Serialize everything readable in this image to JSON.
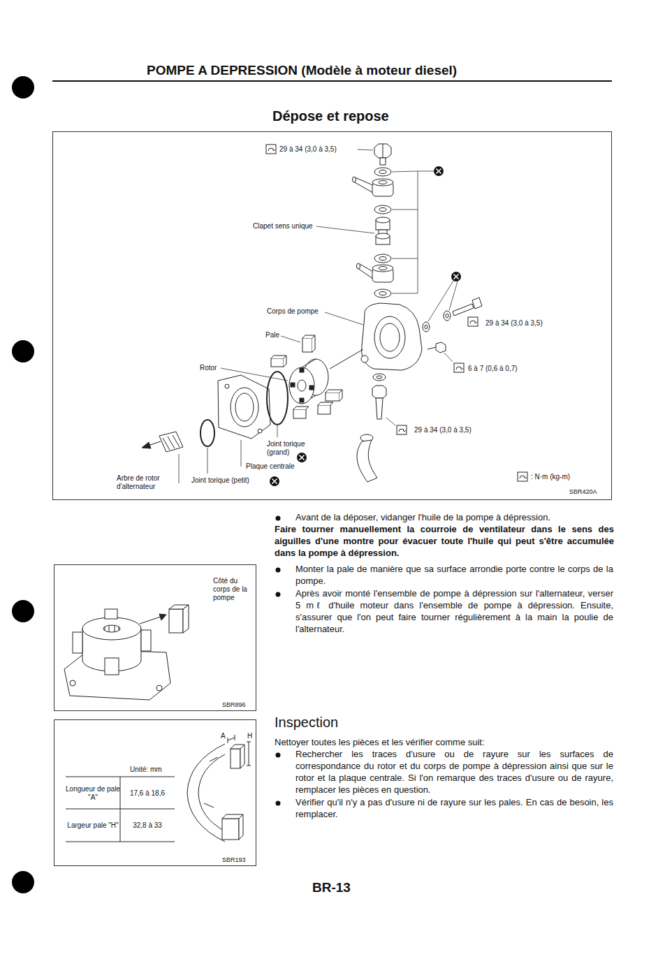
{
  "diagram": {
    "title": "POMPE A DEPRESSION (Modèle à moteur diesel)",
    "nodes": [
      {
        "text": [
          "29 à 34 (3,0 à 3,5)",
          "Clapet sens unique",
          "Corps de pompe",
          "Pale",
          "29 à 34 (3,0 à 3,5)",
          "Rotor",
          "6 à 7 (0,6 à 0,7)",
          "29 à 34 (3,0 à 3,5)",
          "Joint torique (grand)",
          "Plaque centrale",
          "Arbre de rotor d'alternateur",
          "Joint torique (petit)",
          "SBR420A"
        ]
      },
      {
        "text": [
          "Côté du corps de la pompe",
          "SBR896"
        ]
      },
      {
        "text": [
          "A",
          "H",
          "Unité: mm",
          "Longueur de pale \"A\"",
          "17,6 à 18,6",
          "Largeur pale \"H\"",
          "32,8 à 33",
          "SBR193"
        ]
      }
    ],
    "labels": [
      "Dépose et repose",
      "Avant de la déposer, vidanger l'huile de la pompe à dépression.",
      "Faire tourner manuellement la courroie de ventilateur dans le sens des aiguilles d'une montre pour évacuer toute l'huile qui peut s'être accumulée dans la pompe à dépression.",
      "Monter la pale de manière que sa surface arrondie porte contre le corps de la pompe.",
      "Après avoir monté l'ensemble de pompe à dépression sur l'alternateur, verser 5 mℓ d'huile moteur dans l'ensemble de pompe à dépression. Ensuite, s'assurer que l'on peut faire tourner régulièrement à la main la poulie de l'alternateur.",
      "Inspection",
      "Nettoyer toutes les pièces et les vérifier comme suit:",
      "Rechercher les traces d'usure ou de rayure sur les surfaces de correspondance du rotor et du corps de pompe à dépression ainsi que sur le rotor et la plaque centrale. Si l'on remarque des traces d'usure ou de rayure, remplacer les pièces en question.",
      "Vérifier qu'il n'y a pas d'usure ni de rayure sur les pales. En cas de besoin, les remplacer.",
      "BR-13"
    ],
    "legend": [
      {
        "text": ": N·m (kg-m)"
      }
    ]
  }
}
